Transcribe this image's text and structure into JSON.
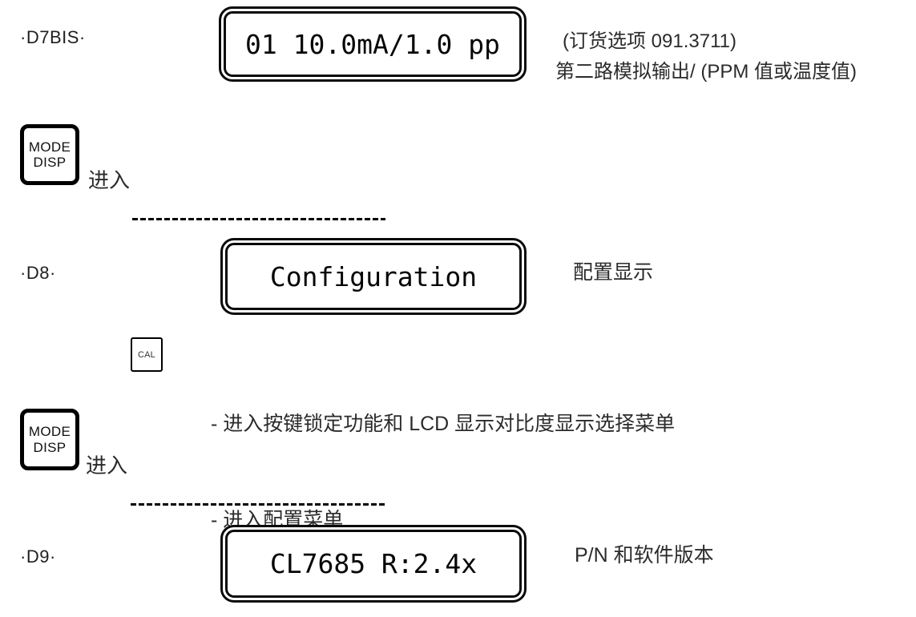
{
  "colors": {
    "ink": "#0a0a0a",
    "text": "#2b2b2b"
  },
  "d7bis": {
    "label": "·D7BIS·",
    "display_text": "01 10.0mA/1.0 pp",
    "notes": [
      "(订货选项 091.3711)",
      "第二路模拟输出/ (PPM 值或温度值)"
    ]
  },
  "transitions": [
    {
      "button_line1": "MODE",
      "button_line2": "DISP",
      "action": "进入"
    },
    {
      "button_line1": "MODE",
      "button_line2": "DISP",
      "action": "进入"
    }
  ],
  "d8": {
    "label": "·D8·",
    "display_text": "Configuration",
    "note": "配置显示"
  },
  "cal": {
    "button_label": "CAL",
    "bullets": [
      "- 进入按键锁定功能和 LCD 显示对比度显示选择菜单",
      "- 进入配置菜单"
    ]
  },
  "d9": {
    "label": "·D9·",
    "display_text": "CL7685 R:2.4x",
    "note": "P/N 和软件版本"
  }
}
